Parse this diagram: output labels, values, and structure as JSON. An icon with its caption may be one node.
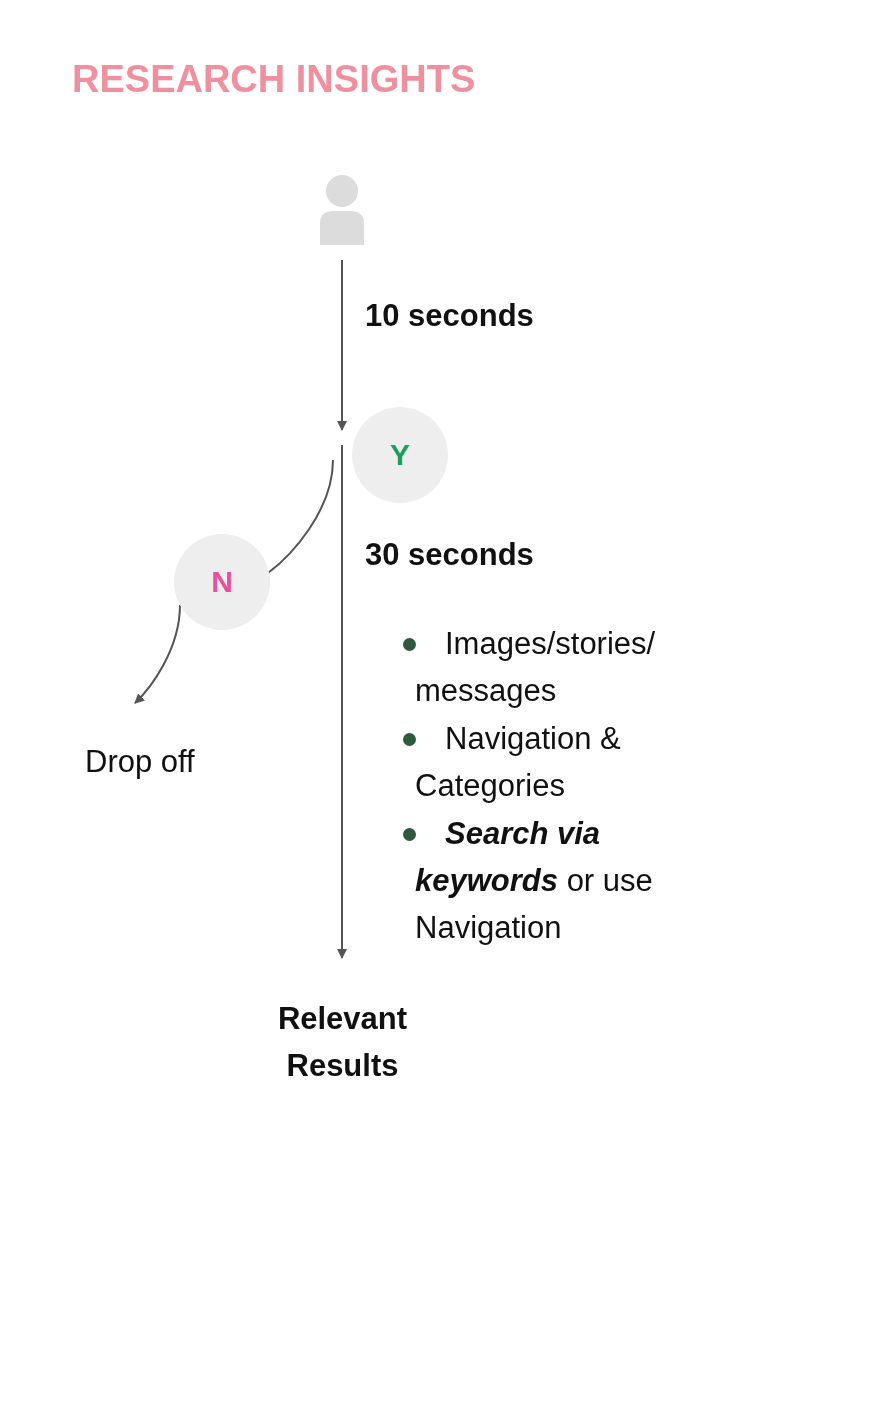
{
  "diagram": {
    "title": "RESEARCH INSIGHTS",
    "nodes": [
      {
        "text": [],
        "shape": "person"
      },
      {
        "text": [
          "Y"
        ]
      },
      {
        "text": [
          "N"
        ]
      },
      {
        "text": [
          "Drop off"
        ]
      },
      {
        "text": [
          "Relevant Results"
        ]
      }
    ],
    "edges": [
      {
        "from": 0,
        "to": 1,
        "arrow": "to",
        "label": "10 seconds"
      },
      {
        "from": 1,
        "to": 4,
        "arrow": "to",
        "label": "30 seconds"
      },
      {
        "from": 1,
        "to": 2,
        "arrow": "none"
      },
      {
        "from": 2,
        "to": 3,
        "arrow": "to"
      }
    ],
    "labels": [
      "Images/stories/ messages",
      "Navigation & Categories",
      "**Search via keywords** or use Navigation"
    ]
  }
}
